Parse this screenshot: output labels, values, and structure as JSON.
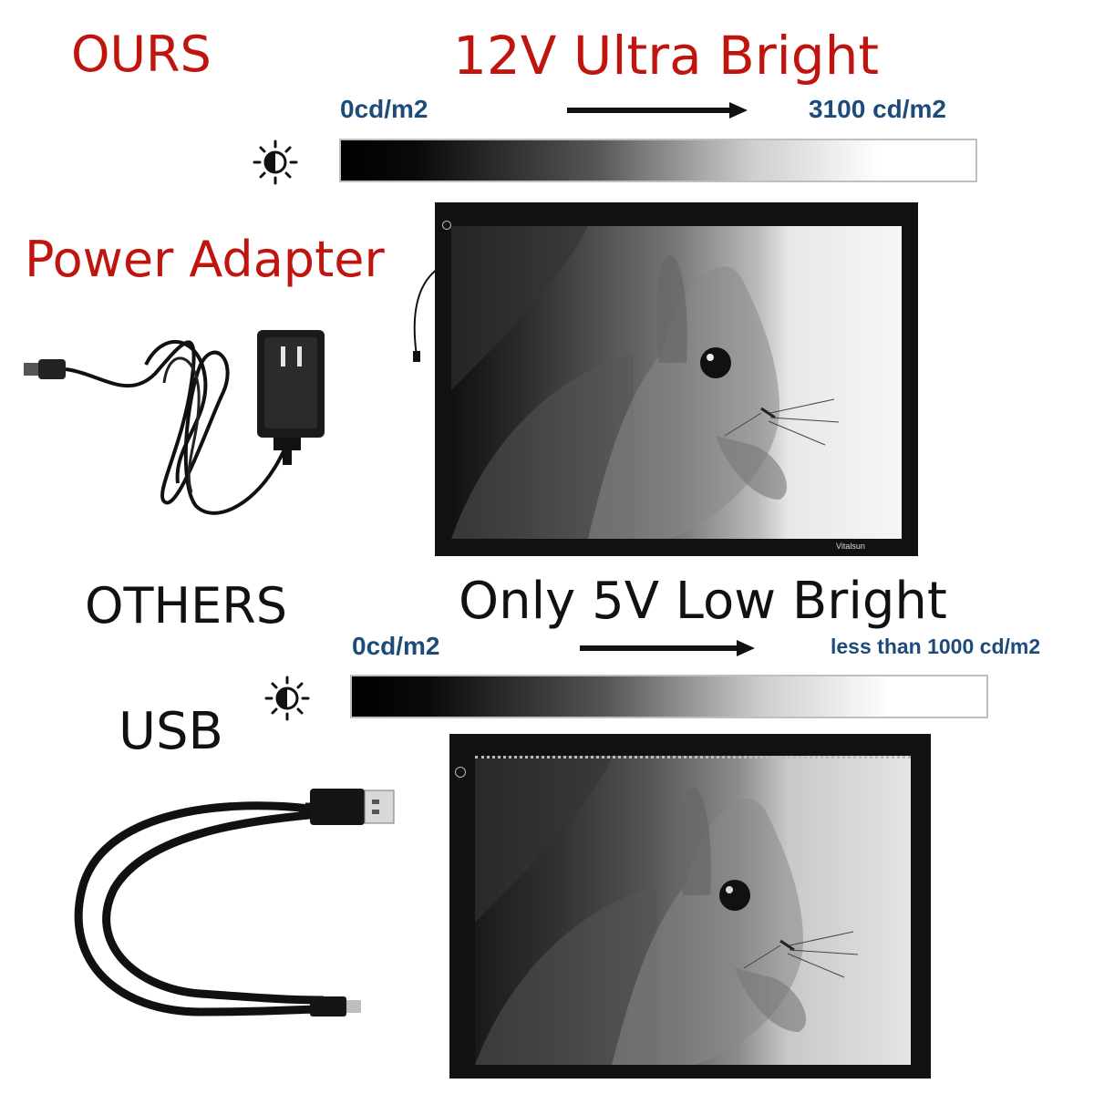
{
  "ours": {
    "label": "OURS",
    "headline": "12V Ultra Bright",
    "scale_min": "0cd/m2",
    "scale_max": "3100 cd/m2",
    "power_label": "Power Adapter",
    "brand": "Vitalsun"
  },
  "others": {
    "label": "OTHERS",
    "headline": "Only 5V Low Bright",
    "scale_min": "0cd/m2",
    "scale_max": "less than 1000 cd/m2",
    "power_label": "USB"
  },
  "icons": {
    "brightness": "brightness-icon",
    "adapter": "power-adapter-icon",
    "usb": "usb-cable-icon"
  },
  "colors": {
    "accent_red": "#c0150f",
    "scale_blue": "#1d4b7a",
    "panel_black": "#111111"
  }
}
